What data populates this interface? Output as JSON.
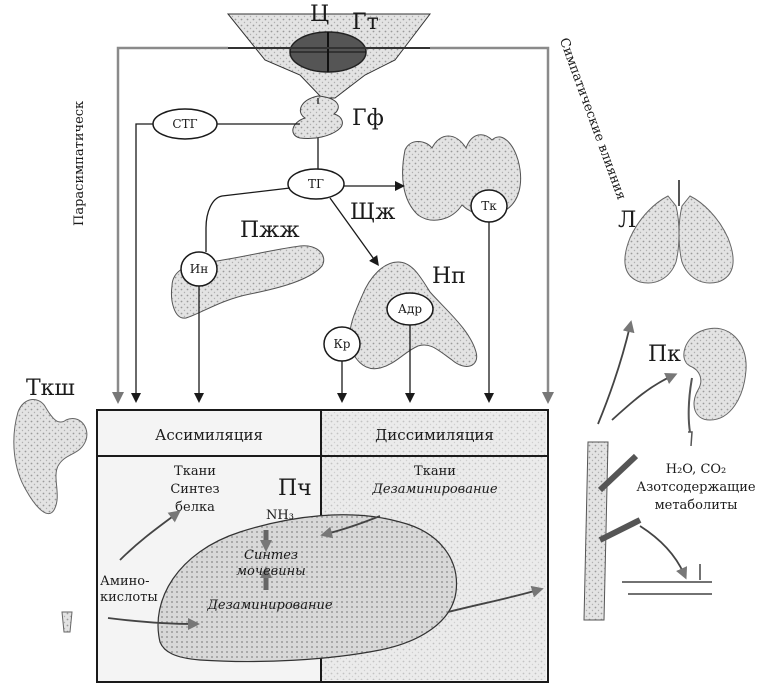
{
  "center": {
    "c": "Ц",
    "gt": "Гт",
    "gf": "Гф"
  },
  "nerves": {
    "parasympathetic": "Парасимпатическ",
    "sympathetic": "Симпатические влияния"
  },
  "hormones": {
    "stg": "СТГ",
    "tg": "ТГ",
    "tk": "Тк",
    "in": "Ин",
    "adr": "Адр",
    "kr": "Кр"
  },
  "organs": {
    "shchzh": "Щж",
    "pzhzh": "Пжж",
    "np": "Нп",
    "l": "Л",
    "pk": "Пк",
    "tksh": "Ткш",
    "pch": "Пч"
  },
  "box": {
    "assimilation": "Ассимиляция",
    "dissimilation": "Диссимиляция",
    "left_tkani": "Ткани",
    "left_synth": "Синтез",
    "left_protein": "белка",
    "right_tkani": "Ткани",
    "right_deamin": "Дезаминирование",
    "nh3": "NH₃",
    "urea1": "Синтез",
    "urea2": "мочевины",
    "deamin_bottom": "Дезаминирование",
    "amino1": "Амино-",
    "amino2": "кислоты"
  },
  "excretion": {
    "line1": "H₂O, CO₂",
    "line2": "Азотсодержащие",
    "line3": "метаболиты"
  },
  "colors": {
    "ink": "#1a1a1a",
    "stipple": "#c9c9c9",
    "box_fill": "#e6e6e6",
    "organ_fill": "#dcdcdc"
  }
}
